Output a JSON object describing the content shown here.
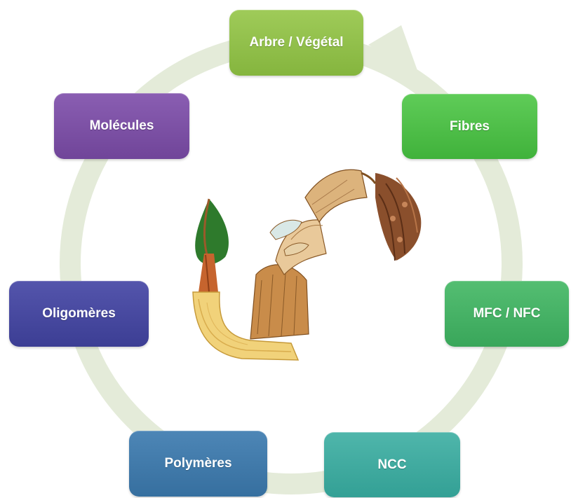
{
  "diagram": {
    "nodes": [
      {
        "id": "arbre",
        "label": "Arbre / Végétal",
        "color": "#8fbe48"
      },
      {
        "id": "fibres",
        "label": "Fibres",
        "color": "#4cbf46"
      },
      {
        "id": "mfc",
        "label": "MFC / NFC",
        "color": "#45b264"
      },
      {
        "id": "ncc",
        "label": "NCC",
        "color": "#3fac9f"
      },
      {
        "id": "polymeres",
        "label": "Polymères",
        "color": "#407aa9"
      },
      {
        "id": "oligomeres",
        "label": "Oligomères",
        "color": "#47489f"
      },
      {
        "id": "molecules",
        "label": "Molécules",
        "color": "#7d51a5"
      }
    ],
    "cycle_arrow_color": "#e3ead7",
    "illustration": "tree-to-fibre-decomposition-illustration"
  }
}
